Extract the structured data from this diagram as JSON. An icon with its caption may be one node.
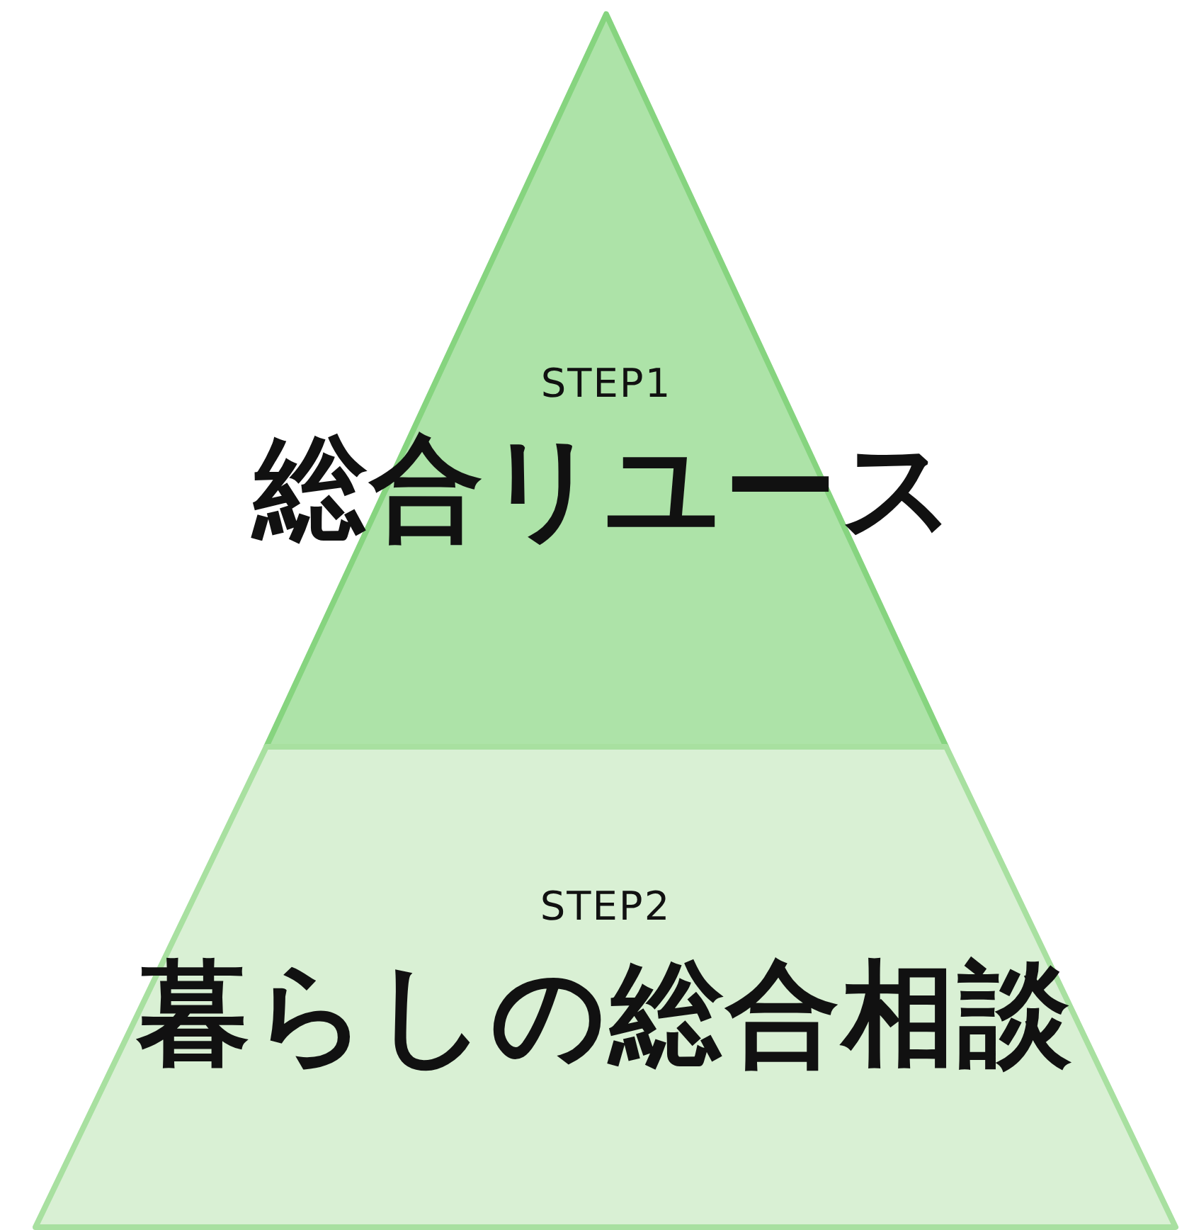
{
  "diagram": {
    "nodes": [
      {
        "text": [
          "STEP1",
          "総合リユース"
        ]
      },
      {
        "text": [
          "STEP2",
          "暮らしの総合相談"
        ]
      }
    ]
  }
}
